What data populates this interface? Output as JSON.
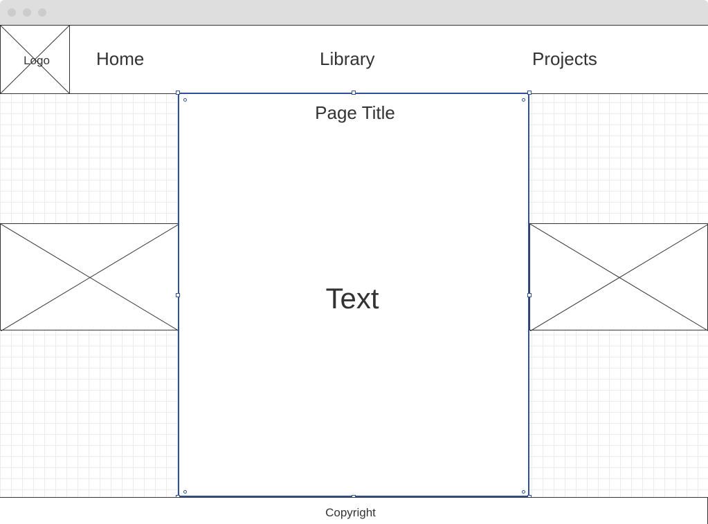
{
  "logo": {
    "label": "Logo"
  },
  "nav": {
    "items": [
      {
        "label": "Home"
      },
      {
        "label": "Library"
      },
      {
        "label": "Projects"
      }
    ]
  },
  "content": {
    "title": "Page Title",
    "text": "Text"
  },
  "footer": {
    "copyright": "Copyright"
  },
  "colors": {
    "selection": "#2e4f9a",
    "stroke": "#333333",
    "titlebar": "#dedede",
    "grid": "#ececec"
  }
}
